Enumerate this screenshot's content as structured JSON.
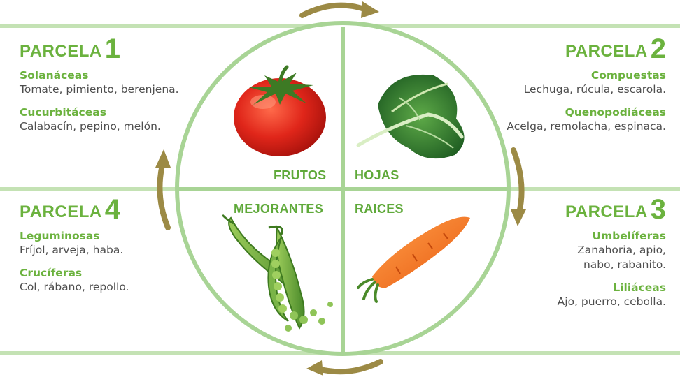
{
  "parcelas": [
    {
      "label": "PARCELA",
      "number": "1",
      "families": [
        {
          "name": "Solanáceas",
          "items": "Tomate, pimiento, berenjena."
        },
        {
          "name": "Cucurbitáceas",
          "items": "Calabacín, pepino, melón."
        }
      ]
    },
    {
      "label": "PARCELA",
      "number": "2",
      "families": [
        {
          "name": "Compuestas",
          "items": "Lechuga, rúcula, escarola."
        },
        {
          "name": "Quenopodiáceas",
          "items": "Acelga, remolacha, espinaca."
        }
      ]
    },
    {
      "label": "PARCELA",
      "number": "3",
      "families": [
        {
          "name": "Umbelíferas",
          "items_line1": "Zanahoria, apio,",
          "items_line2": "nabo, rabanito."
        },
        {
          "name": "Liliáceas",
          "items": "Ajo, puerro, cebolla."
        }
      ]
    },
    {
      "label": "PARCELA",
      "number": "4",
      "families": [
        {
          "name": "Leguminosas",
          "items": "Fríjol, arveja, haba."
        },
        {
          "name": "Crucíferas",
          "items": "Col, rábano, repollo."
        }
      ]
    }
  ],
  "quadrants": {
    "frutos": "FRUTOS",
    "hojas": "HOJAS",
    "mejorantes": "MEJORANTES",
    "raices": "RAICES"
  },
  "icons": {
    "frutos": "tomato-icon",
    "hojas": "chard-leaf-icon",
    "mejorantes": "pea-pod-icon",
    "raices": "carrot-icon",
    "arrows": "rotation-arrow-icon"
  },
  "colors": {
    "green_text": "#6bb23e",
    "band": "#c4e2b4",
    "circle_stroke": "#a8d495",
    "arrow": "#9c8a45"
  }
}
